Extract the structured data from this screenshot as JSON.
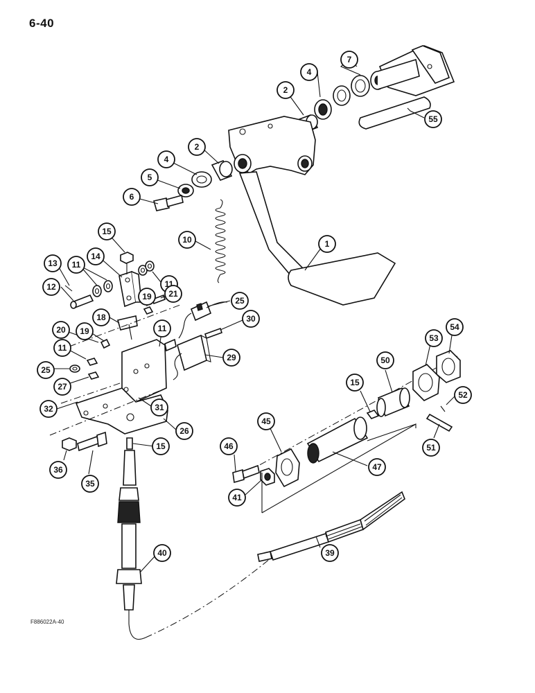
{
  "page_number": "6-40",
  "figure_code": "F886022A-40",
  "callouts": [
    {
      "id": "c55",
      "label": "55"
    },
    {
      "id": "c7",
      "label": "7"
    },
    {
      "id": "c4a",
      "label": "4"
    },
    {
      "id": "c2a",
      "label": "2"
    },
    {
      "id": "c2b",
      "label": "2"
    },
    {
      "id": "c4b",
      "label": "4"
    },
    {
      "id": "c5",
      "label": "5"
    },
    {
      "id": "c6",
      "label": "6"
    },
    {
      "id": "c10",
      "label": "10"
    },
    {
      "id": "c1",
      "label": "1"
    },
    {
      "id": "c15a",
      "label": "15"
    },
    {
      "id": "c14",
      "label": "14"
    },
    {
      "id": "c13",
      "label": "13"
    },
    {
      "id": "c11a",
      "label": "11"
    },
    {
      "id": "c11b",
      "label": "11"
    },
    {
      "id": "c12",
      "label": "12"
    },
    {
      "id": "c21",
      "label": "21"
    },
    {
      "id": "c19a",
      "label": "19"
    },
    {
      "id": "c25a",
      "label": "25"
    },
    {
      "id": "c18",
      "label": "18"
    },
    {
      "id": "c20",
      "label": "20"
    },
    {
      "id": "c19b",
      "label": "19"
    },
    {
      "id": "c11c",
      "label": "11"
    },
    {
      "id": "c30",
      "label": "30"
    },
    {
      "id": "c11d",
      "label": "11"
    },
    {
      "id": "c29",
      "label": "29"
    },
    {
      "id": "c25b",
      "label": "25"
    },
    {
      "id": "c27",
      "label": "27"
    },
    {
      "id": "c32",
      "label": "32"
    },
    {
      "id": "c31",
      "label": "31"
    },
    {
      "id": "c26",
      "label": "26"
    },
    {
      "id": "c15b",
      "label": "15"
    },
    {
      "id": "c36",
      "label": "36"
    },
    {
      "id": "c35",
      "label": "35"
    },
    {
      "id": "c54",
      "label": "54"
    },
    {
      "id": "c53",
      "label": "53"
    },
    {
      "id": "c50",
      "label": "50"
    },
    {
      "id": "c15c",
      "label": "15"
    },
    {
      "id": "c52",
      "label": "52"
    },
    {
      "id": "c45",
      "label": "45"
    },
    {
      "id": "c51",
      "label": "51"
    },
    {
      "id": "c46",
      "label": "46"
    },
    {
      "id": "c47",
      "label": "47"
    },
    {
      "id": "c41",
      "label": "41"
    },
    {
      "id": "c40",
      "label": "40"
    },
    {
      "id": "c39",
      "label": "39"
    }
  ]
}
